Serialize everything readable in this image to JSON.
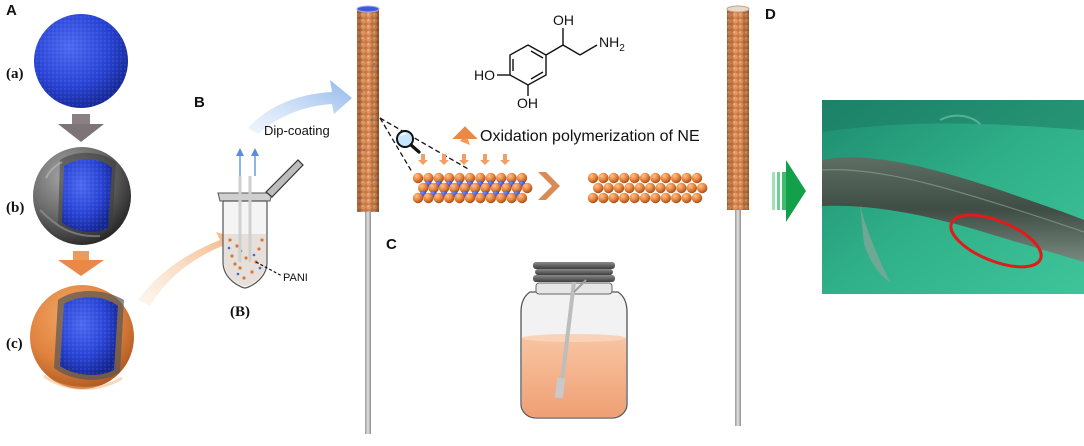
{
  "panel_labels": {
    "a": "A",
    "b": "B",
    "c": "C",
    "d": "D"
  },
  "sub_labels": {
    "a": "(a)",
    "b": "(b)",
    "c": "(c)",
    "B": "(B)"
  },
  "text": {
    "dip_coating": "Dip-coating",
    "pani": "PANI",
    "oxidation": "Oxidation polymerization of NE"
  },
  "molecule": {
    "oh_top": "OH",
    "nh2": "NH",
    "nh2_sub": "2",
    "ho_left": "HO",
    "oh_bottom": "OH"
  },
  "colors": {
    "core_blue": "#2a45d6",
    "shell_gray": "#6e6e6e",
    "pani_orange": "#e0823e",
    "arrow_gray": "#7d7477",
    "arrow_orange": "#e8894a",
    "arrow_blue": "#a9c6ee",
    "arrow_green": "#1fae4e",
    "chevron": "#d98a55",
    "water_green": "#2fb088",
    "ring_red": "#e01b1b"
  }
}
